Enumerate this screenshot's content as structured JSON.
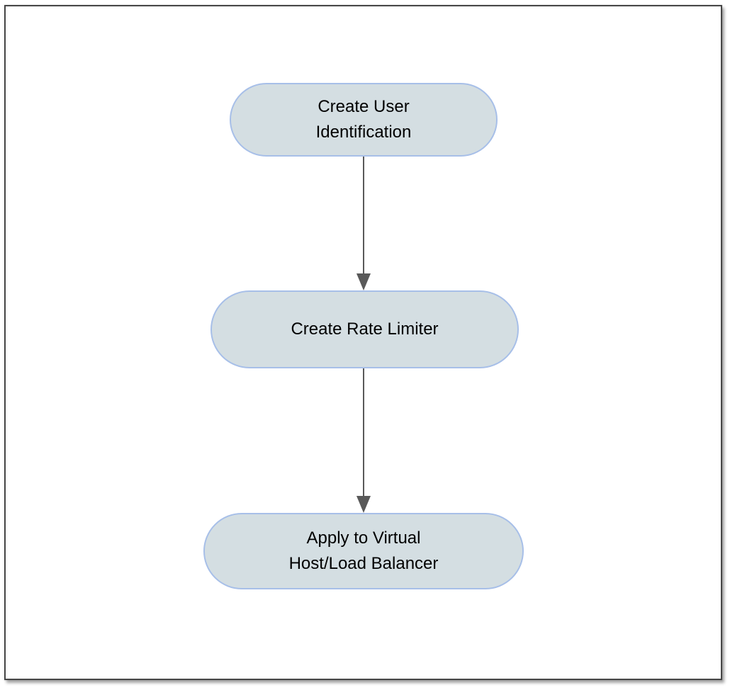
{
  "diagram": {
    "type": "flowchart",
    "direction": "top-down",
    "nodes": [
      {
        "id": "create-user-identification",
        "label": "Create User Identification",
        "lines": [
          "Create User",
          "Identification"
        ],
        "shape": "stadium"
      },
      {
        "id": "create-rate-limiter",
        "label": "Create Rate Limiter",
        "lines": [
          "Create Rate Limiter"
        ],
        "shape": "stadium"
      },
      {
        "id": "apply-to-virtual-host-load-balancer",
        "label": "Apply to Virtual Host/Load Balancer",
        "lines": [
          "Apply to Virtual",
          "Host/Load Balancer"
        ],
        "shape": "stadium"
      }
    ],
    "edges": [
      {
        "from": "create-user-identification",
        "to": "create-rate-limiter",
        "style": "arrow"
      },
      {
        "from": "create-rate-limiter",
        "to": "apply-to-virtual-host-load-balancer",
        "style": "arrow"
      }
    ],
    "colors": {
      "node-fill": "#d4dee2",
      "node-border": "#a7bfe8",
      "arrow": "#595959",
      "page-border": "#464646",
      "text": "#000000",
      "page-background": "#ffffff"
    }
  }
}
